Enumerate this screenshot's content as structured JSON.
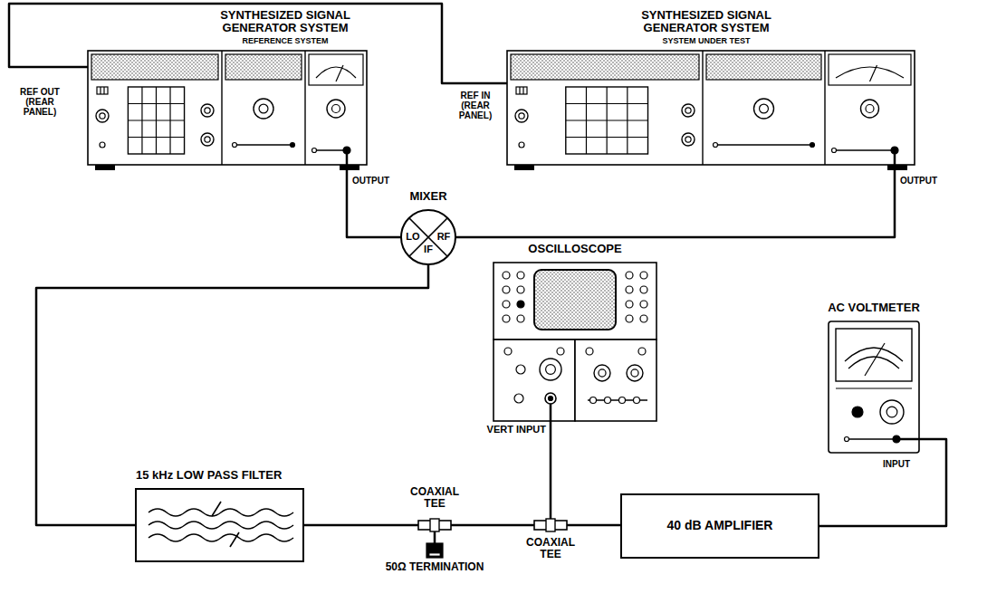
{
  "diagram": {
    "nodes": [
      {
        "text": [
          "SYNTHESIZED SIGNAL GENERATOR SYSTEM",
          "REFERENCE SYSTEM"
        ]
      },
      {
        "text": [
          "SYNTHESIZED SIGNAL GENERATOR SYSTEM",
          "SYSTEM UNDER TEST"
        ]
      },
      {
        "text": [
          "MIXER",
          "LO",
          "RF",
          "IF"
        ]
      },
      {
        "text": [
          "15 kHz LOW PASS FILTER"
        ]
      },
      {
        "text": [
          "COAXIAL TEE"
        ]
      },
      {
        "text": [
          "50Ω TERMINATION"
        ]
      },
      {
        "text": [
          "COAXIAL TEE"
        ]
      },
      {
        "text": [
          "OSCILLOSCOPE",
          "VERT INPUT"
        ]
      },
      {
        "text": [
          "40 dB AMPLIFIER"
        ]
      },
      {
        "text": [
          "AC VOLTMETER",
          "INPUT"
        ]
      }
    ],
    "edges": [
      {
        "from": 0,
        "to": 1,
        "arrow": "none"
      },
      {
        "from": 0,
        "to": 2,
        "arrow": "none"
      },
      {
        "from": 1,
        "to": 2,
        "arrow": "none"
      },
      {
        "from": 2,
        "to": 3,
        "arrow": "none"
      },
      {
        "from": 3,
        "to": 4,
        "arrow": "none"
      },
      {
        "from": 4,
        "to": 5,
        "arrow": "none"
      },
      {
        "from": 4,
        "to": 6,
        "arrow": "none"
      },
      {
        "from": 6,
        "to": 7,
        "arrow": "none"
      },
      {
        "from": 6,
        "to": 8,
        "arrow": "none"
      },
      {
        "from": 8,
        "to": 9,
        "arrow": "none"
      }
    ],
    "labels": [
      "REF OUT (REAR PANEL)",
      "REF IN (REAR PANEL)",
      "OUTPUT",
      "OUTPUT"
    ]
  }
}
